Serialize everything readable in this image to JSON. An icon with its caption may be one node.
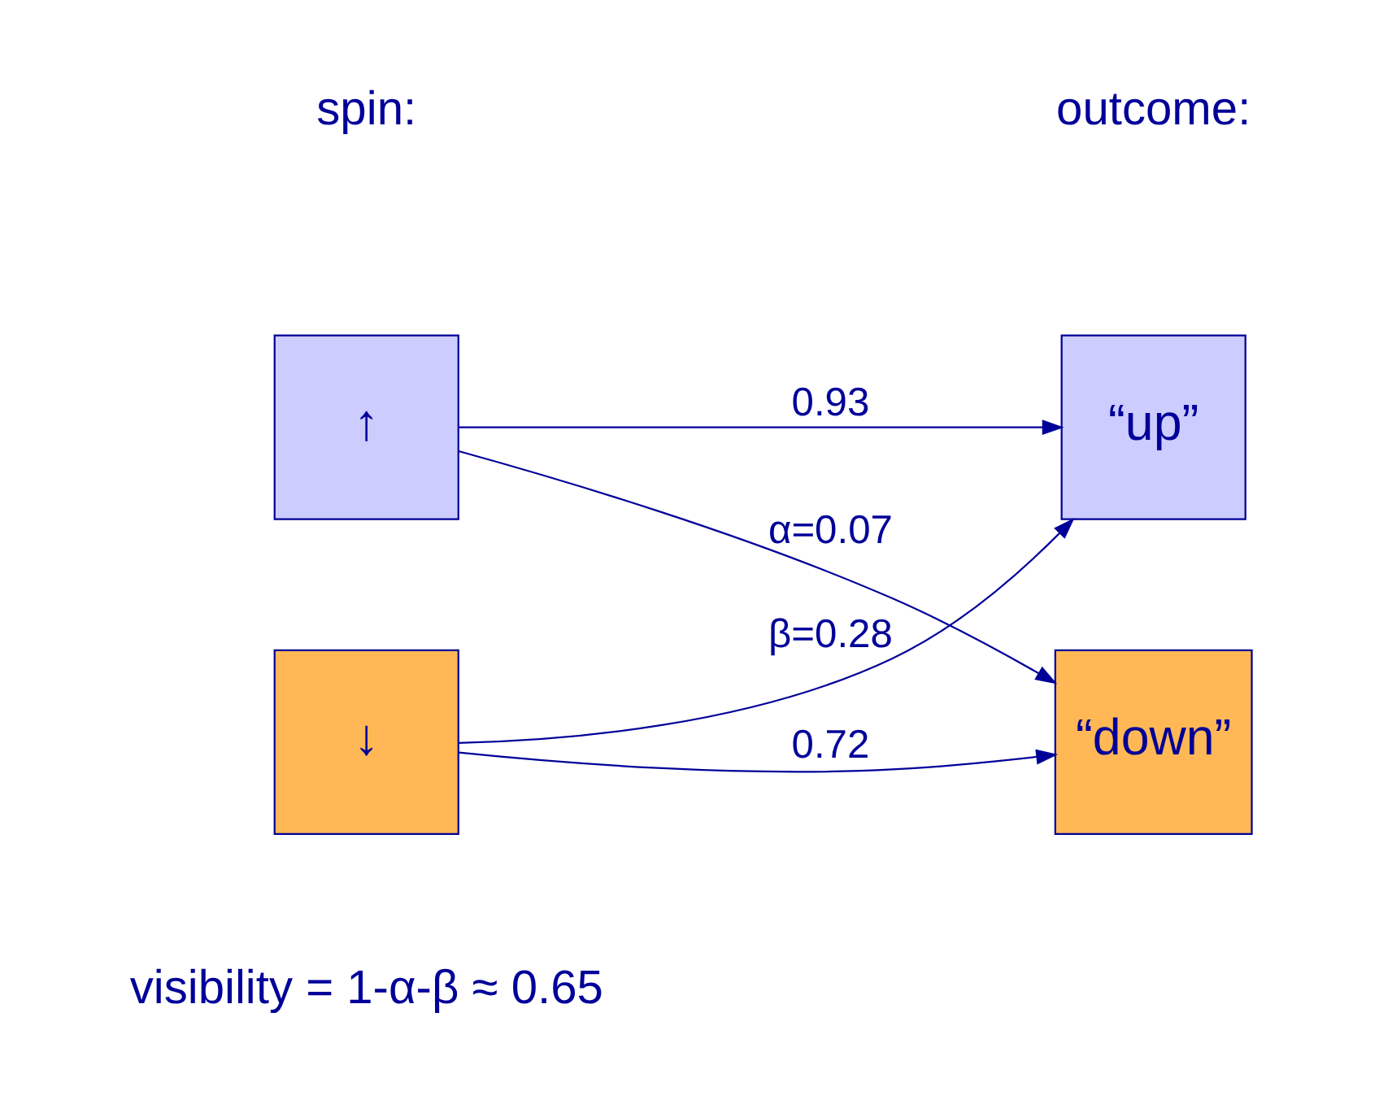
{
  "diagram": {
    "nodes": [
      {
        "text": [
          "↑"
        ]
      },
      {
        "text": [
          "↓"
        ]
      },
      {
        "text": [
          "“up”"
        ]
      },
      {
        "text": [
          "“down”"
        ]
      }
    ],
    "edges": [
      {
        "from": 0,
        "to": 2,
        "arrow": "to",
        "label": "0.93"
      },
      {
        "from": 0,
        "to": 3,
        "arrow": "to",
        "label": "α=0.07"
      },
      {
        "from": 1,
        "to": 2,
        "arrow": "to",
        "label": "β=0.28"
      },
      {
        "from": 1,
        "to": 3,
        "arrow": "to",
        "label": "0.72"
      }
    ],
    "labels": [
      "spin:",
      "outcome:",
      "visibility = 1-α-β ≈ 0.65"
    ]
  }
}
